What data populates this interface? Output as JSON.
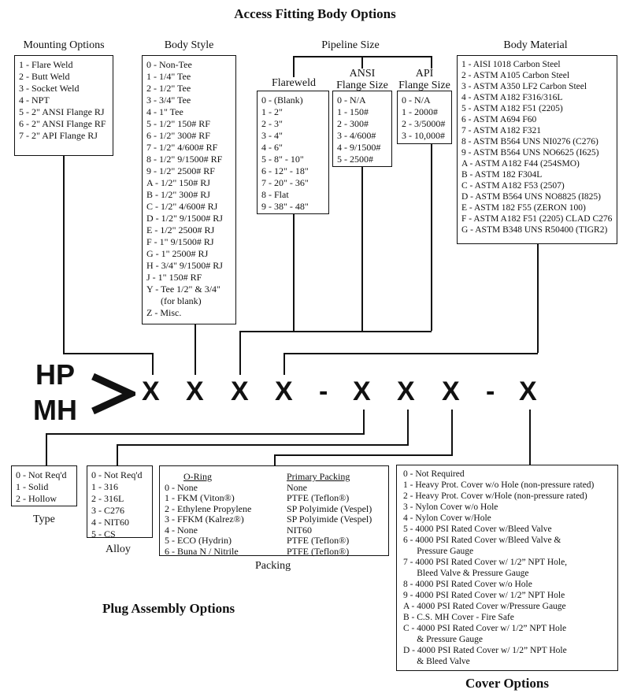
{
  "title": "Access Fitting Body Options",
  "headers": {
    "mounting": "Mounting Options",
    "body_style": "Body Style",
    "pipeline": "Pipeline Size",
    "body_material": "Body Material",
    "flareweld": "Flareweld",
    "ansi": [
      "ANSI",
      "Flange Size"
    ],
    "api": [
      "API",
      "Flange Size"
    ]
  },
  "mounting_options": [
    "1 - Flare Weld",
    "2 - Butt Weld",
    "3 - Socket Weld",
    "4 - NPT",
    "5 - 2\" ANSI Flange RJ",
    "6 - 2\" ANSI Flange RF",
    "7 - 2\" API Flange RJ"
  ],
  "body_style": [
    "0 - Non-Tee",
    "1 - 1/4\" Tee",
    "2 - 1/2\" Tee",
    "3 - 3/4\" Tee",
    "4 - 1\" Tee",
    "5 - 1/2\" 150# RF",
    "6 - 1/2\" 300# RF",
    "7 - 1/2\" 4/600# RF",
    "8 - 1/2\" 9/1500# RF",
    "9 - 1/2\" 2500# RF",
    "A - 1/2\" 150# RJ",
    "B - 1/2\" 300# RJ",
    "C - 1/2\" 4/600# RJ",
    "D - 1/2\" 9/1500# RJ",
    "E - 1/2\" 2500# RJ",
    "F - 1\" 9/1500# RJ",
    "G - 1\" 2500# RJ",
    "H - 3/4\" 9/1500# RJ",
    "J -  1\" 150# RF",
    "Y - Tee 1/2\" & 3/4\"",
    "      (for blank)",
    "Z - Misc."
  ],
  "flareweld": [
    "0 - (Blank)",
    "1 - 2\"",
    "2 - 3\"",
    "3 - 4\"",
    "4 - 6\"",
    "5 - 8\" - 10\"",
    "6 - 12\" - 18\"",
    "7 - 20\" - 36\"",
    "8 - Flat",
    "9 - 38\" - 48\""
  ],
  "ansi_sizes": [
    "0 - N/A",
    "1 - 150#",
    "2 - 300#",
    "3 - 4/600#",
    "4 - 9/1500#",
    "5 - 2500#"
  ],
  "api_sizes": [
    "0 - N/A",
    "1 - 2000#",
    "2 - 3/5000#",
    "3 - 10,000#"
  ],
  "body_material": [
    "1 - AISI 1018 Carbon Steel",
    "2 - ASTM A105 Carbon Steel",
    "3 - ASTM A350 LF2 Carbon Steel",
    "4 - ASTM A182 F316/316L",
    "5 - ASTM A182 F51 (2205)",
    "6 - ASTM A694 F60",
    "7 - ASTM A182 F321",
    "8 - ASTM B564 UNS NI0276 (C276)",
    "9 - ASTM B564 UNS NO6625 (I625)",
    "A - ASTM A182 F44 (254SMO)",
    "B - ASTM 182 F304L",
    "C - ASTM A182 F53 (2507)",
    "D - ASTM B564 UNS NO8825 (I825)",
    "E - ASTM 182 F55 (ZERON 100)",
    "F - ASTM A182 F51 (2205) CLAD C276",
    "G - ASTM B348 UNS R50400 (TIGR2)"
  ],
  "code": {
    "prefix_top": "HP",
    "prefix_bottom": "MH",
    "arrow": ">",
    "x": "X",
    "dash": "-"
  },
  "type_options": [
    "0 - Not Req'd",
    "1 - Solid",
    "2 - Hollow"
  ],
  "type_caption": "Type",
  "alloy_options": [
    "0 - Not Req'd",
    "1 - 316",
    "2 - 316L",
    "3 - C276",
    "4 - NIT60",
    "5 - CS"
  ],
  "alloy_caption": "Alloy",
  "packing": {
    "oring_header": "O-Ring",
    "packing_header": "Primary Packing",
    "rows": [
      {
        "oring": "0 - None",
        "packing": "None"
      },
      {
        "oring": "1 - FKM (Viton®)",
        "packing": "PTFE (Teflon®)"
      },
      {
        "oring": "2 - Ethylene Propylene",
        "packing": "SP Polyimide (Vespel)"
      },
      {
        "oring": "3 - FFKM (Kalrez®)",
        "packing": "SP Polyimide (Vespel)"
      },
      {
        "oring": "4 - None",
        "packing": "NIT60"
      },
      {
        "oring": "5 - ECO (Hydrin)",
        "packing": "PTFE (Teflon®)"
      },
      {
        "oring": "6 - Buna N / Nitrile",
        "packing": "PTFE (Teflon®)"
      }
    ],
    "caption": "Packing"
  },
  "plug_title": "Plug Assembly Options",
  "cover_options": [
    "0 - Not Required",
    "1 - Heavy Prot. Cover w/o Hole (non-pressure rated)",
    "2 - Heavy Prot. Cover w/Hole (non-pressure rated)",
    "3 - Nylon Cover w/o Hole",
    "4 - Nylon Cover w/Hole",
    "5 - 4000 PSI Rated Cover w/Bleed Valve",
    "6 - 4000 PSI Rated Cover w/Bleed Valve &",
    "      Pressure Gauge",
    "7 - 4000 PSI Rated Cover w/ 1/2” NPT Hole,",
    "      Bleed Valve & Pressure Gauge",
    "8 - 4000 PSI Rated Cover w/o Hole",
    "9 - 4000 PSI Rated Cover w/ 1/2” NPT Hole",
    "A - 4000 PSI Rated Cover w/Pressure Gauge",
    "B - C.S. MH Cover - Fire Safe",
    "C - 4000 PSI Rated Cover w/ 1/2” NPT Hole",
    "      & Pressure Gauge",
    "D - 4000 PSI Rated Cover w/ 1/2” NPT Hole",
    "      & Bleed Valve"
  ],
  "cover_title": "Cover Options"
}
